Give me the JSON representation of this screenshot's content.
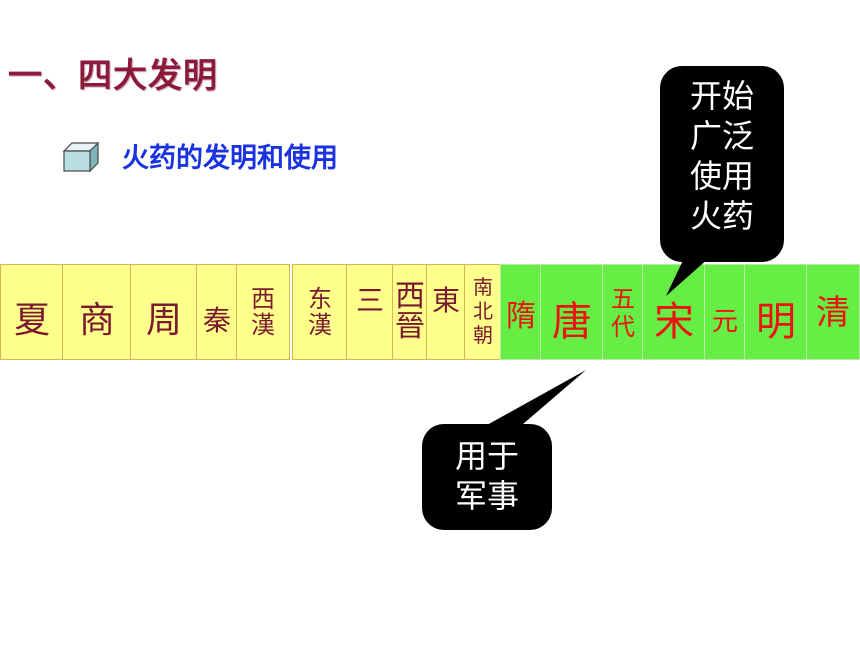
{
  "title": "一、四大发明",
  "subtitle": "火药的发明和使用",
  "bullet_icon": "cube-icon",
  "dynasties": {
    "xia": "夏",
    "shang": "商",
    "zhou": "周",
    "qin": "秦",
    "xihan_1": "西",
    "xihan_2": "漢",
    "donghan_1": "东",
    "donghan_2": "漢",
    "sanguo": "三",
    "xijin_top": "西",
    "xijin_bottom": "晉",
    "dongjin": "東",
    "nanbeichao_1": "南",
    "nanbeichao_2": "北",
    "nanbeichao_3": "朝",
    "sui": "隋",
    "tang": "唐",
    "wudai_1": "五",
    "wudai_2": "代",
    "song": "宋",
    "yuan": "元",
    "ming": "明",
    "qing": "清"
  },
  "callout_top": [
    "开始",
    "广泛",
    "使用",
    "火药"
  ],
  "callout_bottom": [
    "用于",
    "军事"
  ],
  "colors": {
    "title": "#8b1a3c",
    "subtitle": "#1a33e0",
    "yellow_cell": "#ffff8c",
    "green_cell": "#66ee44",
    "highlight_text": "#ee1111",
    "callout_bg": "#000000"
  }
}
